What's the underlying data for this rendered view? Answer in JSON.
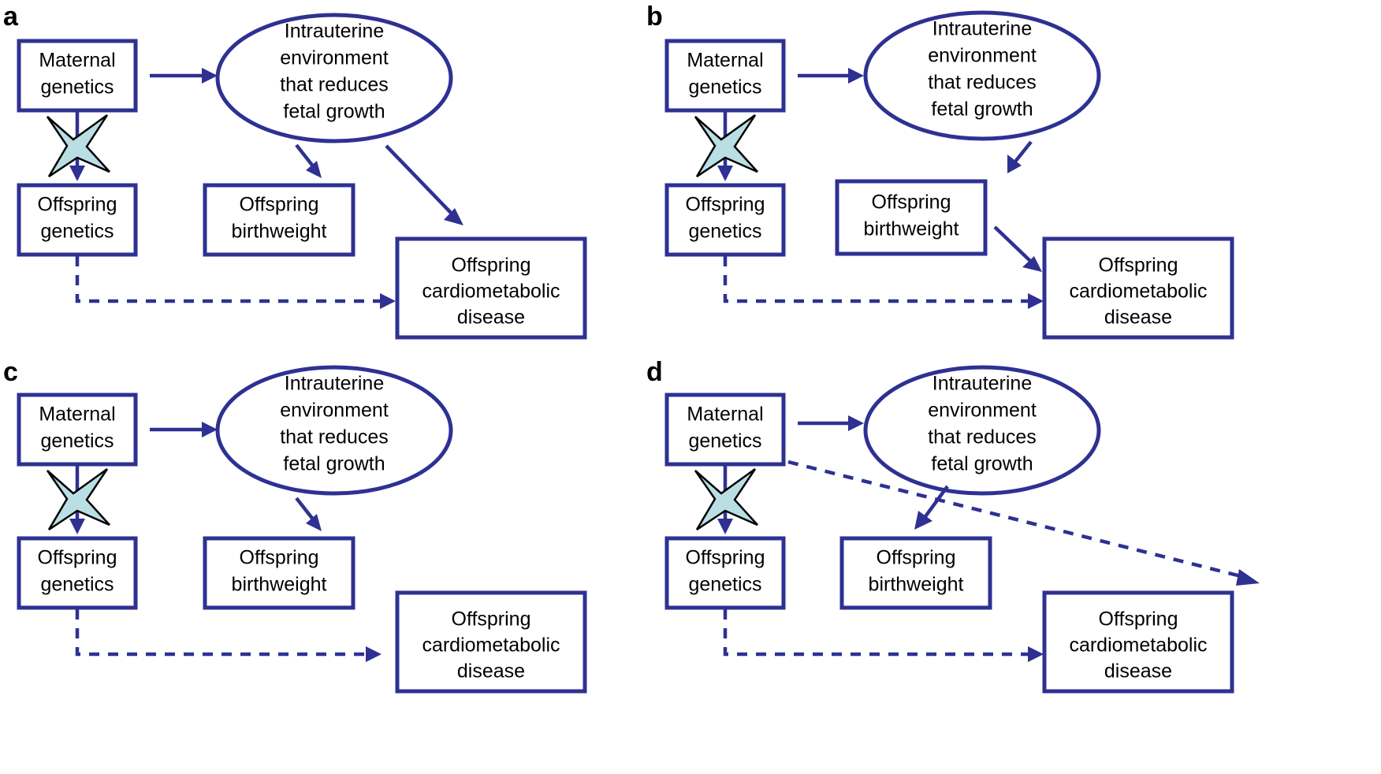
{
  "figure": {
    "background_color": "#ffffff",
    "stroke_color": "#2e3192",
    "burst_fill_color": "#b9dfe5",
    "burst_stroke_color": "#000000",
    "text_color": "#000000"
  },
  "nodes": {
    "maternal_genetics": "Maternal\ngenetics",
    "maternal_genetics_line1": "Maternal",
    "maternal_genetics_line2": "genetics",
    "intrauterine_line1": "Intrauterine",
    "intrauterine_line2": "environment",
    "intrauterine_line3": "that reduces",
    "intrauterine_line4": "fetal growth",
    "offspring_genetics_line1": "Offspring",
    "offspring_genetics_line2": "genetics",
    "offspring_birthweight_line1": "Offspring",
    "offspring_birthweight_line2": "birthweight",
    "offspring_disease_line1": "Offspring",
    "offspring_disease_line2": "cardiometabolic",
    "offspring_disease_line3": "disease"
  },
  "panels": [
    {
      "id": "a",
      "letter": "a",
      "description": "Maternal genetics affects intrauterine environment which reduces fetal growth; intrauterine environment affects both offspring birthweight and offspring cardiometabolic disease directly. Offspring genetics is blocked from maternal genetics (burst) and has a dashed path to offspring cardiometabolic disease.",
      "edges": [
        {
          "name": "maternal-to-intrauterine",
          "style": "solid"
        },
        {
          "name": "maternal-to-offspring-genetics-blocked",
          "style": "solid-blocked"
        },
        {
          "name": "intrauterine-to-birthweight",
          "style": "solid"
        },
        {
          "name": "intrauterine-to-disease",
          "style": "solid"
        },
        {
          "name": "offspring-genetics-to-disease",
          "style": "dashed"
        }
      ]
    },
    {
      "id": "b",
      "letter": "b",
      "description": "Same as panel a but the path to offspring cardiometabolic disease goes through offspring birthweight rather than directly from the intrauterine environment.",
      "edges": [
        {
          "name": "maternal-to-intrauterine",
          "style": "solid"
        },
        {
          "name": "maternal-to-offspring-genetics-blocked",
          "style": "solid-blocked"
        },
        {
          "name": "intrauterine-to-birthweight",
          "style": "solid"
        },
        {
          "name": "birthweight-to-disease",
          "style": "solid"
        },
        {
          "name": "offspring-genetics-to-disease",
          "style": "dashed"
        }
      ]
    },
    {
      "id": "c",
      "letter": "c",
      "description": "Maternal genetics affects intrauterine environment which affects offspring birthweight only; no path to offspring cardiometabolic disease except the dashed offspring genetics path.",
      "edges": [
        {
          "name": "maternal-to-intrauterine",
          "style": "solid"
        },
        {
          "name": "maternal-to-offspring-genetics-blocked",
          "style": "solid-blocked"
        },
        {
          "name": "intrauterine-to-birthweight",
          "style": "solid"
        },
        {
          "name": "offspring-genetics-to-disease",
          "style": "dashed"
        }
      ]
    },
    {
      "id": "d",
      "letter": "d",
      "description": "Same as panel c but with an additional dashed diagonal path from maternal genetics directly to offspring cardiometabolic disease.",
      "edges": [
        {
          "name": "maternal-to-intrauterine",
          "style": "solid"
        },
        {
          "name": "maternal-to-offspring-genetics-blocked",
          "style": "solid-blocked"
        },
        {
          "name": "maternal-to-disease",
          "style": "dashed"
        },
        {
          "name": "intrauterine-to-birthweight",
          "style": "solid"
        },
        {
          "name": "offspring-genetics-to-disease",
          "style": "dashed"
        }
      ]
    }
  ]
}
